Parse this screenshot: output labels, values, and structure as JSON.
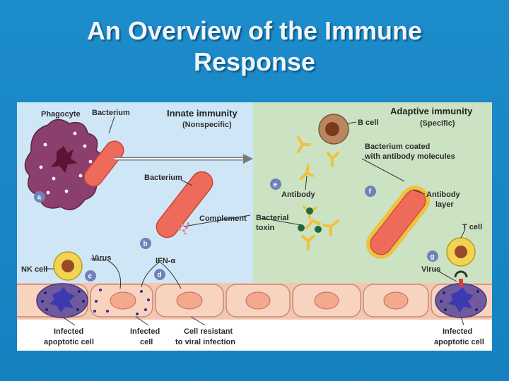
{
  "slide": {
    "title_line1": "An Overview of the Immune",
    "title_line2": "Response"
  },
  "colors": {
    "background": "#1a86c4",
    "innate_panel": "#cfe6f7",
    "adaptive_panel": "#cbe3c3",
    "bacterium": "#ee6b5c",
    "antibody": "#efc23f",
    "phagocyte": "#8a3f6d",
    "badge": "#6e82b8"
  },
  "innate": {
    "heading": "Innate immunity",
    "subheading": "(Nonspecific)",
    "phagocyte": "Phagocyte",
    "bacterium_top": "Bacterium",
    "bacterium_mid": "Bacterium",
    "complement": "Complement",
    "virus": "Virus",
    "ifn": "IFN-α",
    "nk_cell": "NK cell",
    "infected_apoptotic_line1": "Infected",
    "infected_apoptotic_line2": "apoptotic cell",
    "infected_cell_line1": "Infected",
    "infected_cell_line2": "cell",
    "resistant_line1": "Cell resistant",
    "resistant_line2": "to viral infection"
  },
  "adaptive": {
    "heading": "Adaptive immunity",
    "subheading": "(Specific)",
    "b_cell": "B cell",
    "coated_line1": "Bacterium coated",
    "coated_line2": "with antibody molecules",
    "antibody": "Antibody",
    "toxin_line1": "Bacterial",
    "toxin_line2": "toxin",
    "antibody_layer_line1": "Antibody",
    "antibody_layer_line2": "layer",
    "t_cell": "T cell",
    "virus": "Virus",
    "infected_apoptotic_line1": "Infected",
    "infected_apoptotic_line2": "apoptotic cell"
  },
  "badges": [
    "a",
    "b",
    "c",
    "d",
    "e",
    "f",
    "g"
  ]
}
